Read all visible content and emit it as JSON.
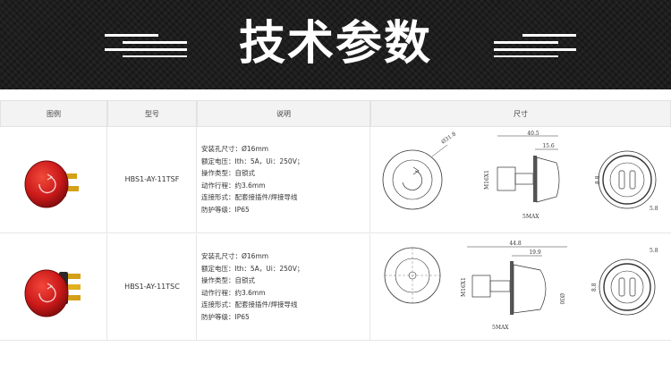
{
  "banner": {
    "title": "技术参数"
  },
  "table": {
    "headers": [
      "图例",
      "型号",
      "说明",
      "尺寸"
    ],
    "rows": [
      {
        "model": "HBS1-AY-11TSF",
        "specs": [
          "安装孔尺寸：Ø16mm",
          "额定电压：Ith：5A，Ui：250V；",
          "操作类型：自锁式",
          "动作行程：约3.6mm",
          "连接形式：配套接插件/焊接导线",
          "防护等级：IP65"
        ],
        "dims": {
          "overall": "40.5",
          "head_dia": "Ø31.8",
          "body": "15.6",
          "thread": "M16X1",
          "pitch1": "8.8",
          "pitch2": "5.8",
          "panel": "5MAX"
        }
      },
      {
        "model": "HBS1-AY-11TSC",
        "specs": [
          "安装孔尺寸：Ø16mm",
          "额定电压：Ith：5A，Ui：250V；",
          "操作类型：自锁式",
          "动作行程：约3.6mm",
          "连接形式：配套接插件/焊接导线",
          "防护等级：IP65"
        ],
        "dims": {
          "overall": "44.8",
          "head_dia": "Ø30",
          "body": "19.9",
          "thread": "M16X1",
          "pitch1": "8.8",
          "pitch2": "5.8",
          "panel": "5MAX"
        }
      }
    ]
  },
  "colors": {
    "banner_bg": "#1d1d1d",
    "button_red": "#cc1a1a",
    "terminal_gold": "#d4a017"
  },
  "icons": [
    "emergency-stop-button-photo",
    "dimension-drawing"
  ]
}
